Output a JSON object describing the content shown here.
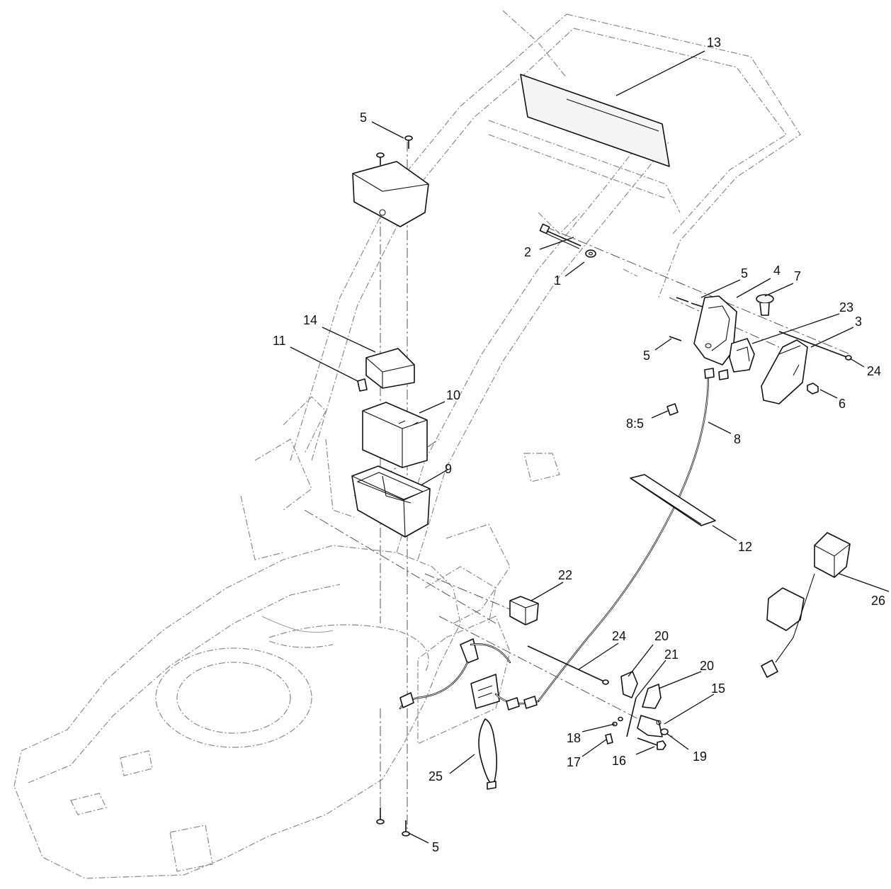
{
  "callouts": [
    {
      "id": "c13",
      "text": "13"
    },
    {
      "id": "c5a",
      "text": "5"
    },
    {
      "id": "c2",
      "text": "2"
    },
    {
      "id": "c1",
      "text": "1"
    },
    {
      "id": "c5b",
      "text": "5"
    },
    {
      "id": "c4",
      "text": "4"
    },
    {
      "id": "c7",
      "text": "7"
    },
    {
      "id": "c23",
      "text": "23"
    },
    {
      "id": "c3",
      "text": "3"
    },
    {
      "id": "c14",
      "text": "14"
    },
    {
      "id": "c11",
      "text": "11"
    },
    {
      "id": "c5c",
      "text": "5"
    },
    {
      "id": "c24a",
      "text": "24"
    },
    {
      "id": "c10",
      "text": "10"
    },
    {
      "id": "c6",
      "text": "6"
    },
    {
      "id": "c85",
      "text": "8:5"
    },
    {
      "id": "c8",
      "text": "8"
    },
    {
      "id": "c9",
      "text": "9"
    },
    {
      "id": "c12",
      "text": "12"
    },
    {
      "id": "c22",
      "text": "22"
    },
    {
      "id": "c26",
      "text": "26"
    },
    {
      "id": "c20a",
      "text": "20"
    },
    {
      "id": "c24b",
      "text": "24"
    },
    {
      "id": "c21",
      "text": "21"
    },
    {
      "id": "c20b",
      "text": "20"
    },
    {
      "id": "c15",
      "text": "15"
    },
    {
      "id": "c18",
      "text": "18"
    },
    {
      "id": "c17",
      "text": "17"
    },
    {
      "id": "c16",
      "text": "16"
    },
    {
      "id": "c19",
      "text": "19"
    },
    {
      "id": "c25",
      "text": "25"
    },
    {
      "id": "c5d",
      "text": "5"
    }
  ]
}
